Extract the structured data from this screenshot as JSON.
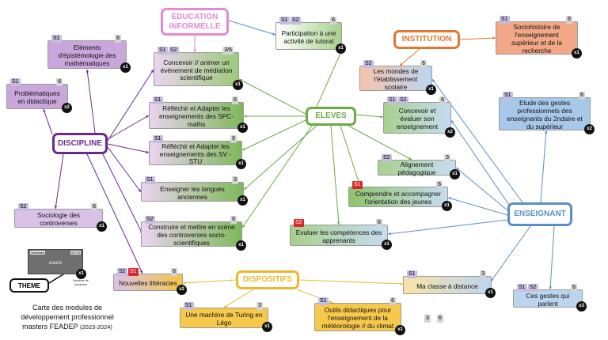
{
  "hubs": {
    "education": "EDUCATION INFORMELLE",
    "institution": "INSTITUTION",
    "discipline": "DISCIPLINE",
    "eleves": "ELEVES",
    "enseignant": "ENSEIGNANT",
    "dispositifs": "DISPOSITIFS"
  },
  "modules": [
    {
      "id": "tutorat",
      "title": "Participation à une activité de tutorat",
      "semesters": [
        "S1",
        "S2"
      ],
      "ects": "6",
      "sessions": "x1",
      "fill": "linear-gradient(90deg,#ffffff 0%,#a8d08d 100%)"
    },
    {
      "id": "mediation",
      "title": "Concevoir // animer un événement de médiation scientifique",
      "semesters": [
        "S1",
        "S2"
      ],
      "ects": "3/6",
      "sessions": "x1",
      "fill": "linear-gradient(90deg,#ead4ef 0%,#9cc97a 100%)"
    },
    {
      "id": "epistemo",
      "title": "Eléments d'épistémologie des mathématiques",
      "semesters": [
        "S1"
      ],
      "ects": "6",
      "sessions": "x1",
      "fill": "#c9a6db"
    },
    {
      "id": "didactique",
      "title": "Problématiques en didactique",
      "semesters": [
        "S1"
      ],
      "ects": "6",
      "sessions": "x2",
      "fill": "#c9a6db"
    },
    {
      "id": "spcmaths",
      "title": "Réfléchir et Adapter les enseignements des SPC-maths",
      "semesters": [
        "S1"
      ],
      "ects": "6",
      "sessions": "x1",
      "fill": "linear-gradient(90deg,#ead4ef 0%,#7fb85b 100%)"
    },
    {
      "id": "svstu",
      "title": "Réfléchir et Adapter les enseignements des SV - STU",
      "semesters": [
        "S1"
      ],
      "ects": "6",
      "sessions": "x1",
      "fill": "linear-gradient(90deg,#ead4ef 0%,#7fb85b 100%)"
    },
    {
      "id": "langues",
      "title": "Enseigner les langues anciennes",
      "semesters": [
        "S1"
      ],
      "ects": "3",
      "sessions": "x1",
      "fill": "linear-gradient(90deg,#ead4ef 0%,#7fb85b 100%)"
    },
    {
      "id": "controverses",
      "title": "Sociologie des controverses",
      "semesters": [
        "S2"
      ],
      "ects": "6",
      "sessions": "x1",
      "fill": "#d9c2e6"
    },
    {
      "id": "socio",
      "title": "Construire et mettre en scène des controverses socio-scientifiques",
      "semesters": [
        "S2"
      ],
      "ects": "6",
      "sessions": "x1",
      "fill": "linear-gradient(90deg,#ead4ef 0%,#7fb85b 100%)"
    },
    {
      "id": "litteracies",
      "title": "Nouvelles littéracies",
      "semesters": [
        "S2",
        "S1"
      ],
      "ects": "6",
      "sessions": "x2",
      "fill": "linear-gradient(90deg,#d9c2e6 0%,#f6c54a 100%)"
    },
    {
      "id": "sociohistoire",
      "title": "Sociohistoire de l'enseignement supérieur et de la recherche",
      "semesters": [
        "S1"
      ],
      "ects": "6",
      "sessions": "x1",
      "fill": "#f2a886"
    },
    {
      "id": "mondes",
      "title": "Les mondes de l'établissement scolaire",
      "semesters": [
        "S2"
      ],
      "ects": "6",
      "sessions": "x1",
      "fill": "linear-gradient(90deg,#f6c3ad 0%,#bcd5ef 100%)"
    },
    {
      "id": "concevoir",
      "title": "Concevoir et évaluer son enseignement",
      "semesters": [
        "S1",
        "S2"
      ],
      "ects": "6",
      "sessions": "x2",
      "fill": "linear-gradient(90deg,#a8d08d 0%,#c6dcf1 100%)"
    },
    {
      "id": "gestes",
      "title": "Etude des gestes professionnels des enseignants du 2ndaire et du supérieur",
      "semesters": [
        "S1"
      ],
      "ects": "6",
      "sessions": "x2",
      "fill": "#a8c8ea"
    },
    {
      "id": "alignement",
      "title": "Alignement pédagogique",
      "semesters": [
        "S2"
      ],
      "ects": "3",
      "sessions": "x1",
      "fill": "linear-gradient(90deg,#a8d08d 0%,#c6dcf1 100%)"
    },
    {
      "id": "orientation",
      "title": "Comprendre et accompagner l'orientation des jeunes",
      "semesters": [
        "S1"
      ],
      "ects": "6",
      "sessions": "x1",
      "fill": "linear-gradient(90deg,#8fc36d 0%,#c6dcf1 100%)",
      "redTag": true
    },
    {
      "id": "competences",
      "title": "Evaluer les compétences des apprenants",
      "semesters": [
        "S2"
      ],
      "ects": "6",
      "sessions": "x1",
      "fill": "linear-gradient(90deg,#a8d08d 0%,#c6dcf1 100%)",
      "redTag": true
    },
    {
      "id": "classedist",
      "title": "Ma classe à distance",
      "semesters": [
        "S1"
      ],
      "ects": "3",
      "sessions": "x1",
      "fill": "linear-gradient(90deg,#fbe3a7 0%,#bcd5ef 100%)"
    },
    {
      "id": "gestesparlent",
      "title": "Ces gestes qui parlent",
      "semesters": [
        "S1",
        "S2"
      ],
      "ects": "6",
      "sessions": "x3",
      "fill": "#bcd5ef"
    },
    {
      "id": "turing",
      "title": "Une machine de Turing en Légo",
      "semesters": [
        "S1"
      ],
      "ects": "3",
      "sessions": "x1",
      "fill": "#f7c94b"
    },
    {
      "id": "meteo",
      "title": "Outils didactiques pour l'enseignement de la météorologie // du climat",
      "semesters": [
        "S1"
      ],
      "ects": "6",
      "sessions": "x1",
      "fill": "#f7c94b"
    }
  ],
  "legend": {
    "semestre": "Semestre",
    "ects": "ECTS",
    "cours": "cours",
    "sessions_badge": "x1",
    "sessions_label": "Nombre de sessions",
    "theme": "THEME"
  },
  "caption": {
    "line1": "Carte des modules de",
    "line2": "développement professionnel",
    "line3": "masters FEADEP",
    "year": "(2023-2024)"
  },
  "loose_tags": [
    "3",
    "6"
  ],
  "colors": {
    "discipline": "#6a2a8c",
    "education": "#e58ad1",
    "institution": "#e0792f",
    "eleves": "#6aaa45",
    "enseignant": "#5b8ec9",
    "dispositifs": "#eab82c"
  }
}
